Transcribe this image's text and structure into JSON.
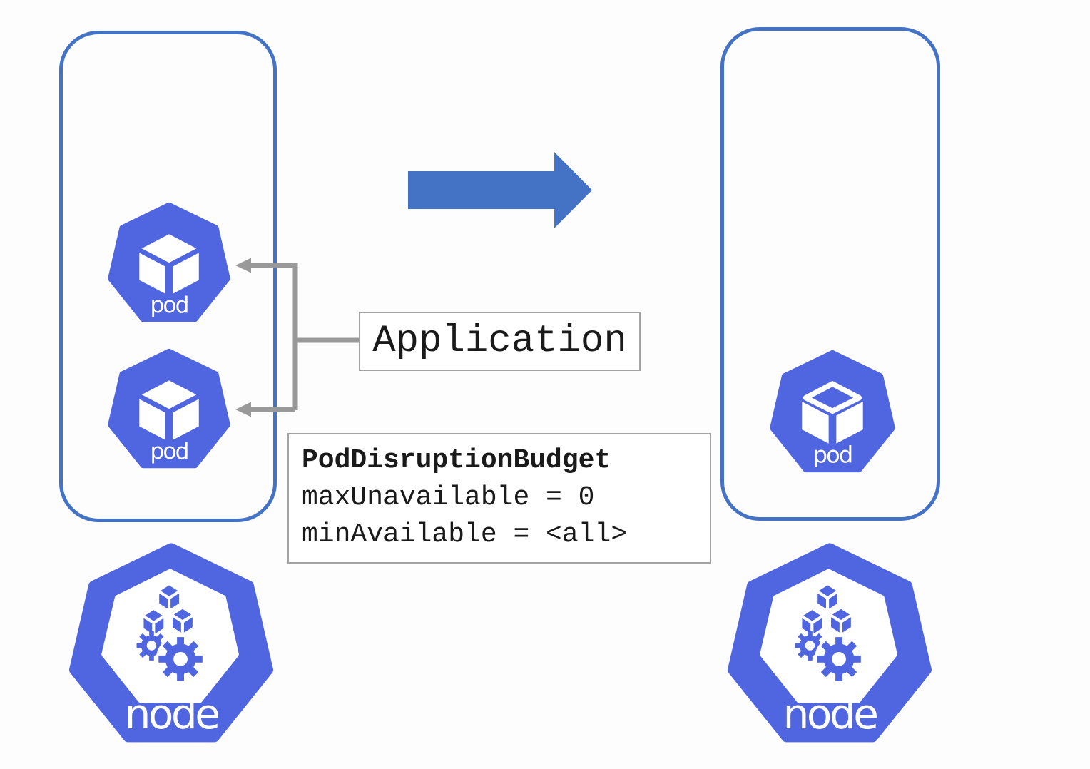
{
  "colors": {
    "kubernetes_blue": "#5065E0",
    "arrow_blue": "#4472C4",
    "boundary_border_blue": "#4472C4",
    "connector_gray": "#999999",
    "label_box_border_gray": "#A3A3A3",
    "text_black": "#1A1A1A",
    "icon_label_white": "#FFFFFF"
  },
  "left_cluster": {
    "pods": [
      {
        "label": "pod"
      },
      {
        "label": "pod"
      }
    ],
    "node_label": "node"
  },
  "right_cluster": {
    "pods": [
      {
        "label": "pod"
      }
    ],
    "node_label": "node"
  },
  "annotations": {
    "application_label": "Application",
    "pdb": {
      "title": "PodDisruptionBudget",
      "lines": [
        "maxUnavailable = 0",
        "minAvailable = <all>"
      ]
    }
  },
  "icons": [
    {
      "name": "pod-icon",
      "shape": "blue-heptagon-with-white-cube"
    },
    {
      "name": "node-icon",
      "shape": "blue-heptagon-with-cubes-and-gears"
    },
    {
      "name": "right-arrow-icon",
      "shape": "solid-blue-block-arrow"
    },
    {
      "name": "left-pointing-connector-arrows",
      "shape": "gray-elbow-connectors"
    }
  ]
}
